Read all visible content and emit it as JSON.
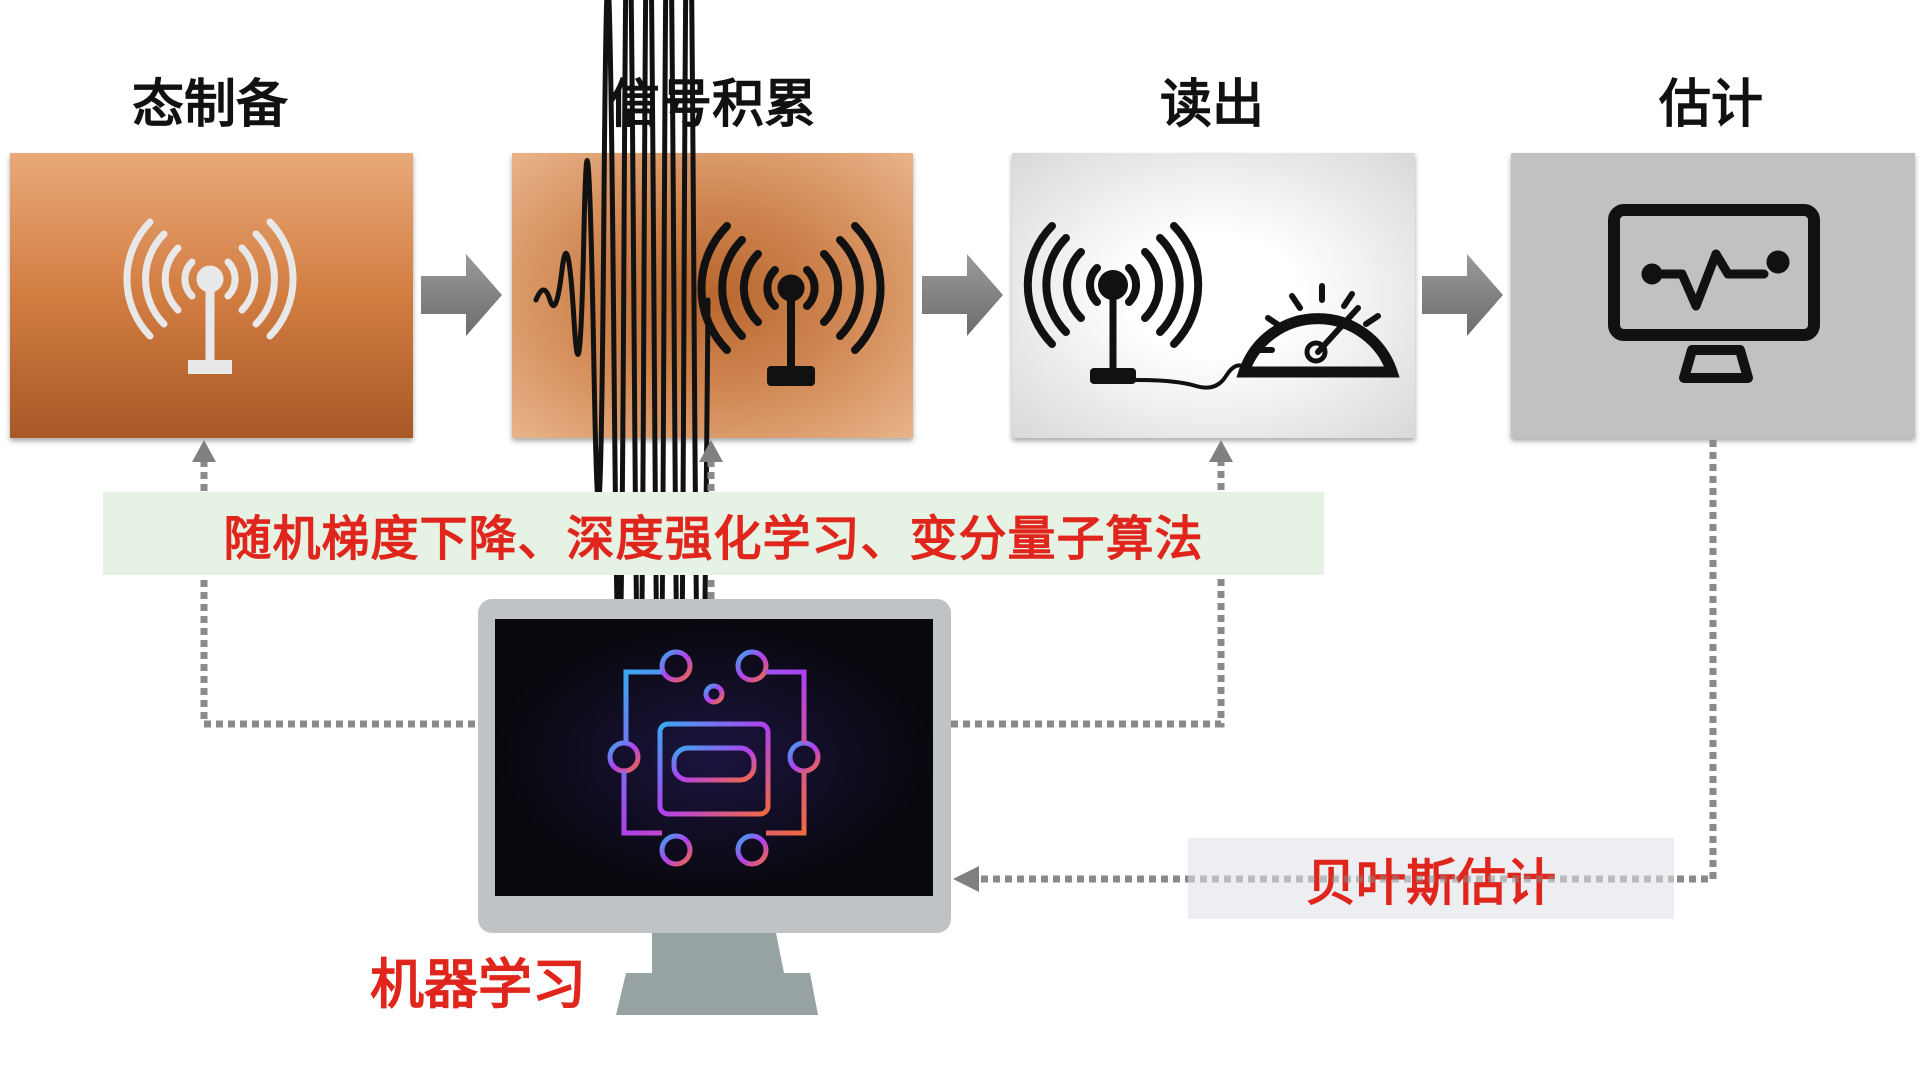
{
  "stages": [
    {
      "title": "态制备",
      "icon": "antenna-icon"
    },
    {
      "title": "信号积累",
      "icon": "signal-wave-antenna-icon"
    },
    {
      "title": "读出",
      "icon": "antenna-gauge-icon"
    },
    {
      "title": "估计",
      "icon": "monitor-pulse-icon"
    }
  ],
  "algorithms_label": "随机梯度下降、深度强化学习、变分量子算法",
  "bayes_label": "贝叶斯估计",
  "ml_label": "机器学习",
  "colors": {
    "accent_red": "#e0261c",
    "orange": "#d27d42",
    "arrow_gray": "#7a7a7a",
    "green_band": "#e6f2e4"
  }
}
